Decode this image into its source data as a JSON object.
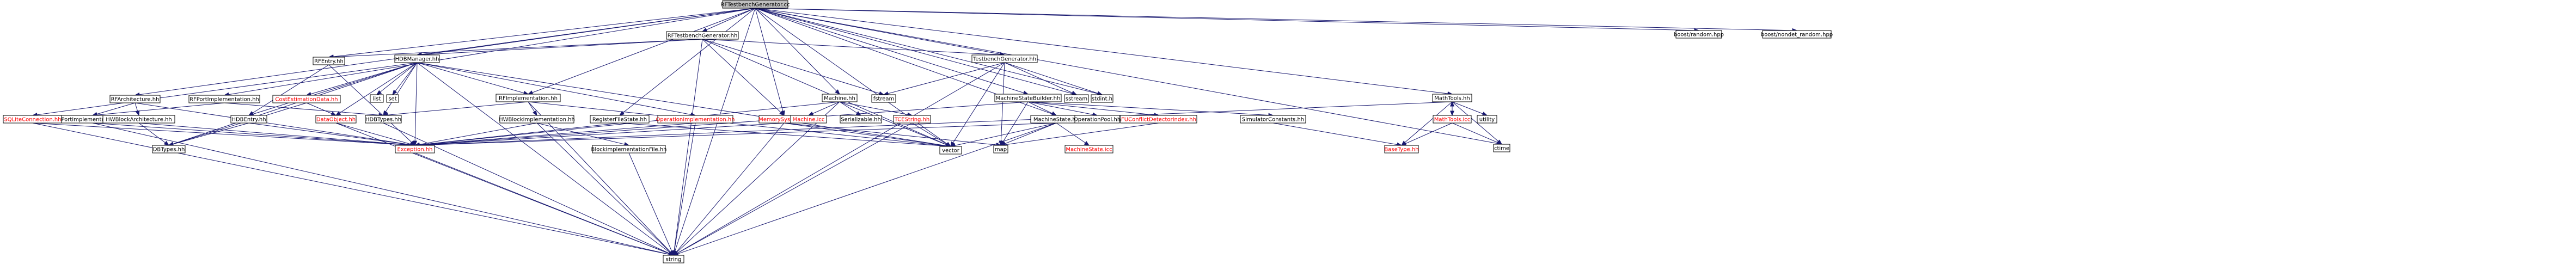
{
  "colors": {
    "edge": "#191970",
    "node_border": "#000000",
    "node_fill": "#ffffff",
    "root_fill": "#bfbfbf",
    "text_default": "#000000",
    "text_missing": "#ff0000",
    "text_leaf": "#000000"
  },
  "nodes": {
    "root": {
      "label": "RFTestbenchGenerator.cc",
      "kind": "root"
    },
    "rftg_h": {
      "label": "RFTestbenchGenerator.hh",
      "kind": "normal"
    },
    "boost_random": {
      "label": "boost/random.hpp",
      "kind": "system"
    },
    "boost_nondet": {
      "label": "boost/nondet_random.hpp",
      "kind": "system"
    },
    "hdbmanager": {
      "label": "HDBManager.hh",
      "kind": "normal"
    },
    "rfentry": {
      "label": "RFEntry.hh",
      "kind": "normal"
    },
    "testbenchgen": {
      "label": "TestbenchGenerator.hh",
      "kind": "normal"
    },
    "rfarch": {
      "label": "RFArchitecture.hh",
      "kind": "normal"
    },
    "rfportimpl": {
      "label": "RFPortImplementation.hh",
      "kind": "normal"
    },
    "costest": {
      "label": "CostEstimationData.hh",
      "kind": "missing"
    },
    "list": {
      "label": "list",
      "kind": "system"
    },
    "set": {
      "label": "set",
      "kind": "system"
    },
    "rfimpl": {
      "label": "RFImplementation.hh",
      "kind": "normal"
    },
    "machine": {
      "label": "Machine.hh",
      "kind": "normal"
    },
    "fstream": {
      "label": "fstream",
      "kind": "system"
    },
    "msbuilder": {
      "label": "MachineStateBuilder.hh",
      "kind": "normal"
    },
    "sstream": {
      "label": "sstream",
      "kind": "system"
    },
    "stdint": {
      "label": "stdint.h",
      "kind": "system"
    },
    "mathtools": {
      "label": "MathTools.hh",
      "kind": "normal"
    },
    "sqlite": {
      "label": "SQLiteConnection.hh",
      "kind": "missing"
    },
    "portimpl": {
      "label": "PortImplementation.hh",
      "kind": "normal"
    },
    "hdbentry": {
      "label": "HDBEntry.hh",
      "kind": "normal"
    },
    "dataobject": {
      "label": "DataObject.hh",
      "kind": "missing"
    },
    "hdbtypes": {
      "label": "HDBTypes.hh",
      "kind": "normal"
    },
    "hwblockimpl": {
      "label": "HWBlockImplementation.hh",
      "kind": "normal"
    },
    "hwblockarch": {
      "label": "HWBlockArchitecture.hh",
      "kind": "normal"
    },
    "regfilestate": {
      "label": "RegisterFileState.hh",
      "kind": "normal"
    },
    "opimpl": {
      "label": "OperationImplementation.hh",
      "kind": "missing"
    },
    "memsys": {
      "label": "MemorySystem.hh",
      "kind": "missing"
    },
    "machine_icc": {
      "label": "Machine.icc",
      "kind": "missing"
    },
    "serializable": {
      "label": "Serializable.hh",
      "kind": "normal"
    },
    "tcestring": {
      "label": "TCEString.hh",
      "kind": "missing"
    },
    "machinestate": {
      "label": "MachineState.hh",
      "kind": "normal"
    },
    "oppool": {
      "label": "OperationPool.hh",
      "kind": "normal"
    },
    "fuconflict": {
      "label": "FUConflictDetectorIndex.hh",
      "kind": "missing"
    },
    "simconst": {
      "label": "SimulatorConstants.hh",
      "kind": "normal"
    },
    "mathtools_icc": {
      "label": "MathTools.icc",
      "kind": "missing"
    },
    "utility": {
      "label": "utility",
      "kind": "system"
    },
    "ctime": {
      "label": "ctime",
      "kind": "system"
    },
    "dbtypes": {
      "label": "DBTypes.hh",
      "kind": "normal"
    },
    "exception": {
      "label": "Exception.hh",
      "kind": "missing"
    },
    "vector": {
      "label": "vector",
      "kind": "system"
    },
    "blockimplfile": {
      "label": "BlockImplementationFile.hh",
      "kind": "normal"
    },
    "machinestate_icc": {
      "label": "MachineState.icc",
      "kind": "missing"
    },
    "map": {
      "label": "map",
      "kind": "system"
    },
    "basetype": {
      "label": "BaseType.hh",
      "kind": "missing"
    },
    "string": {
      "label": "string",
      "kind": "system"
    }
  },
  "edges": [
    [
      "root",
      "rftg_h"
    ],
    [
      "root",
      "boost_random"
    ],
    [
      "root",
      "boost_nondet"
    ],
    [
      "root",
      "hdbmanager"
    ],
    [
      "root",
      "rfentry"
    ],
    [
      "root",
      "testbenchgen"
    ],
    [
      "root",
      "rfarch"
    ],
    [
      "root",
      "rfportimpl"
    ],
    [
      "root",
      "rfimpl"
    ],
    [
      "root",
      "machine"
    ],
    [
      "root",
      "msbuilder"
    ],
    [
      "root",
      "sstream"
    ],
    [
      "root",
      "stdint"
    ],
    [
      "root",
      "mathtools"
    ],
    [
      "root",
      "regfilestate"
    ],
    [
      "root",
      "memsys"
    ],
    [
      "root",
      "machinestate"
    ],
    [
      "root",
      "vector"
    ],
    [
      "root",
      "string"
    ],
    [
      "root",
      "ctime"
    ],
    [
      "rftg_h",
      "rfentry"
    ],
    [
      "rftg_h",
      "hdbmanager"
    ],
    [
      "rftg_h",
      "testbenchgen"
    ],
    [
      "rftg_h",
      "fstream"
    ],
    [
      "rftg_h",
      "memsys"
    ],
    [
      "rftg_h",
      "vector"
    ],
    [
      "rftg_h",
      "string"
    ],
    [
      "hdbmanager",
      "sqlite"
    ],
    [
      "hdbmanager",
      "costest"
    ],
    [
      "hdbmanager",
      "list"
    ],
    [
      "hdbmanager",
      "set"
    ],
    [
      "hdbmanager",
      "dbtypes"
    ],
    [
      "hdbmanager",
      "dataobject"
    ],
    [
      "hdbmanager",
      "hdbtypes"
    ],
    [
      "hdbmanager",
      "exception"
    ],
    [
      "hdbmanager",
      "rfimpl"
    ],
    [
      "hdbmanager",
      "opimpl"
    ],
    [
      "hdbmanager",
      "hdbentry"
    ],
    [
      "hdbmanager",
      "string"
    ],
    [
      "hdbmanager",
      "vector"
    ],
    [
      "rfentry",
      "hdbentry"
    ],
    [
      "rfentry",
      "exception"
    ],
    [
      "testbenchgen",
      "fstream"
    ],
    [
      "testbenchgen",
      "sstream"
    ],
    [
      "testbenchgen",
      "stdint"
    ],
    [
      "testbenchgen",
      "vector"
    ],
    [
      "testbenchgen",
      "string"
    ],
    [
      "testbenchgen",
      "map"
    ],
    [
      "rfarch",
      "hwblockarch"
    ],
    [
      "rfarch",
      "portimpl"
    ],
    [
      "rfarch",
      "exception"
    ],
    [
      "rfportimpl",
      "portimpl"
    ],
    [
      "rfportimpl",
      "hdbtypes"
    ],
    [
      "costest",
      "dataobject"
    ],
    [
      "costest",
      "dbtypes"
    ],
    [
      "rfimpl",
      "hwblockimpl"
    ],
    [
      "rfimpl",
      "hdbtypes"
    ],
    [
      "rfimpl",
      "vector"
    ],
    [
      "rfimpl",
      "string"
    ],
    [
      "machine",
      "machine_icc"
    ],
    [
      "machine",
      "serializable"
    ],
    [
      "machine",
      "tcestring"
    ],
    [
      "machine",
      "exception"
    ],
    [
      "machine",
      "vector"
    ],
    [
      "machine",
      "string"
    ],
    [
      "msbuilder",
      "oppool"
    ],
    [
      "msbuilder",
      "fuconflict"
    ],
    [
      "msbuilder",
      "simconst"
    ],
    [
      "msbuilder",
      "machinestate"
    ],
    [
      "msbuilder",
      "exception"
    ],
    [
      "msbuilder",
      "map"
    ],
    [
      "mathtools",
      "mathtools_icc"
    ],
    [
      "mathtools",
      "utility"
    ],
    [
      "mathtools",
      "ctime"
    ],
    [
      "mathtools",
      "basetype"
    ],
    [
      "mathtools",
      "exception"
    ],
    [
      "mathtools_icc",
      "basetype"
    ],
    [
      "mathtools_icc",
      "mathtools"
    ],
    [
      "mathtools_icc",
      "ctime"
    ],
    [
      "sqlite",
      "exception"
    ],
    [
      "sqlite",
      "string"
    ],
    [
      "portimpl",
      "exception"
    ],
    [
      "portimpl",
      "string"
    ],
    [
      "hdbentry",
      "dbtypes"
    ],
    [
      "hdbentry",
      "exception"
    ],
    [
      "dataobject",
      "exception"
    ],
    [
      "dataobject",
      "string"
    ],
    [
      "hdbtypes",
      "string"
    ],
    [
      "hwblockimpl",
      "exception"
    ],
    [
      "hwblockimpl",
      "blockimplfile"
    ],
    [
      "hwblockimpl",
      "string"
    ],
    [
      "hwblockarch",
      "exception"
    ],
    [
      "hwblockarch",
      "dbtypes"
    ],
    [
      "regfilestate",
      "exception"
    ],
    [
      "regfilestate",
      "vector"
    ],
    [
      "opimpl",
      "exception"
    ],
    [
      "opimpl",
      "string"
    ],
    [
      "memsys",
      "exception"
    ],
    [
      "memsys",
      "map"
    ],
    [
      "memsys",
      "string"
    ],
    [
      "memsys",
      "vector"
    ],
    [
      "tcestring",
      "string"
    ],
    [
      "tcestring",
      "vector"
    ],
    [
      "machinestate",
      "machinestate_icc"
    ],
    [
      "machinestate",
      "exception"
    ],
    [
      "machinestate",
      "map"
    ],
    [
      "machinestate",
      "vector"
    ],
    [
      "machinestate",
      "string"
    ],
    [
      "fuconflict",
      "map"
    ],
    [
      "simconst",
      "basetype"
    ],
    [
      "blockimplfile",
      "string"
    ],
    [
      "exception",
      "string"
    ]
  ]
}
